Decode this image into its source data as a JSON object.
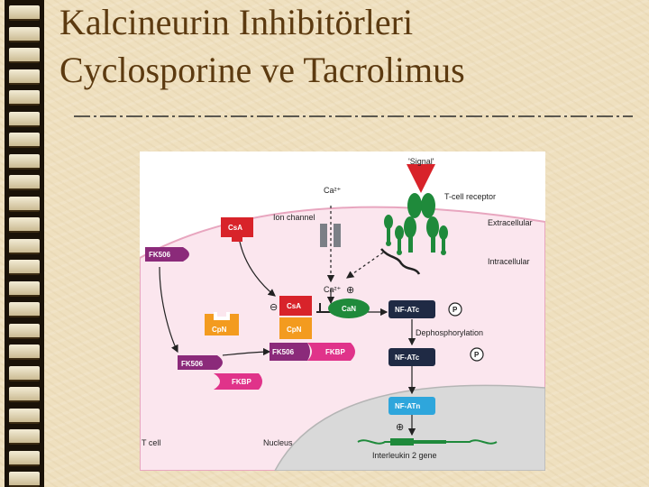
{
  "slide": {
    "title_line1": "Kalcineurin Inhibitörleri",
    "title_line2": "Cyclosporine ve Tacrolimus"
  },
  "diagram": {
    "signal": "'Signal'",
    "t_cell_receptor": "T-cell receptor",
    "ca2_top": "Ca²⁺",
    "ion_channel": "Ion channel",
    "extracellular": "Extracellular",
    "intracellular": "Intracellular",
    "ca2_mid": "Ca²⁺",
    "csa_free": "CsA",
    "fk506_free": "FK506",
    "cpn_free": "CpN",
    "csa_bound": "CsA",
    "cpn_bound": "CpN",
    "can": "CaN",
    "nf_atc": "NF-ATc",
    "phosphate": "P",
    "dephosphorylation": "Dephosphorylation",
    "nf_atc_dephos": "NF-ATc",
    "phosphate_released": "P",
    "fk506_cell": "FK506",
    "fkbp_free": "FKBP",
    "fk506_bound": "FK506",
    "fkbp_bound": "FKBP",
    "nf_atn": "NF-ATn",
    "t_cell": "T cell",
    "nucleus": "Nucleus",
    "gene": "Interleukin 2 gene",
    "minus_sign": "⊖",
    "plus_sign": "⊕",
    "colors": {
      "cell": "#fbe6ee",
      "nucleus": "#d9d9d9",
      "red_drug": "#d8232a",
      "purple_fk506": "#8b2a7a",
      "pink_fkbp": "#e0338a",
      "orange_cpn": "#f39b1f",
      "green_can": "#1f8a3b",
      "nfat_dark": "#1f2a44",
      "nfat_blue": "#2ea6dc"
    }
  }
}
